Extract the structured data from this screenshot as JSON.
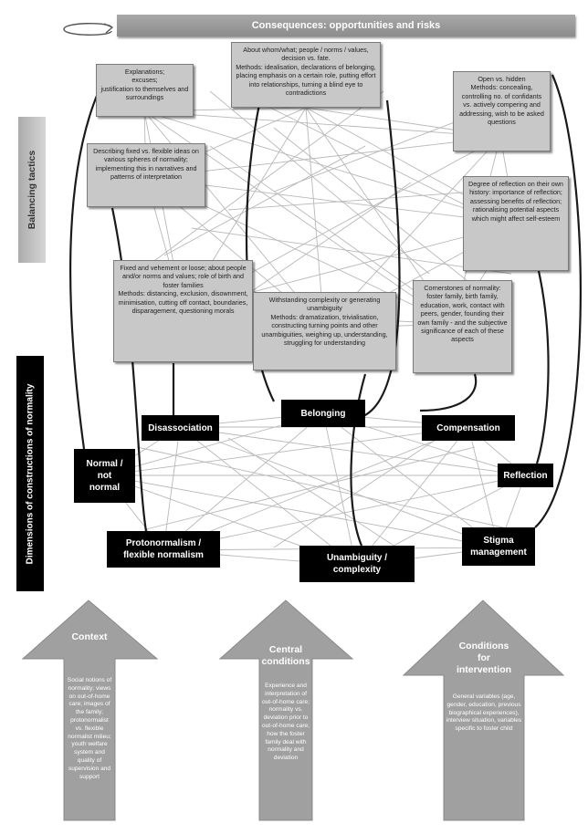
{
  "banner": {
    "title": "Consequences: opportunities and risks"
  },
  "side_labels": {
    "balancing": "Balancing tactics",
    "dimensions": "Dimensions of constructions of normality"
  },
  "tactics": [
    {
      "id": "about",
      "text": "About whom/what; people / norms / values, decision vs. fate.\nMethods: idealisation, declarations of belonging, placing emphasis on a certain role, putting effort into relationships, turning a blind eye to contradictions"
    },
    {
      "id": "explanations",
      "text": "Explanations;\nexcuses;\njustification to themselves and surroundings"
    },
    {
      "id": "open",
      "text": "Open vs. hidden\nMethods: concealing, controlling no. of confidants vs. actively compering and addressing, wish to be asked questions"
    },
    {
      "id": "describing",
      "text": "Describing fixed vs. flexible ideas on various spheres of normality; implementing this in narratives and patterns of interpretation"
    },
    {
      "id": "degree",
      "text": "Degree of reflection on their own history: importance of reflection; assessing benefits of reflection; rationalising potential aspects which might affect self-esteem"
    },
    {
      "id": "fixed",
      "text": "Fixed and vehement or loose; about people and/or norms and values; role of birth and foster families\nMethods: distancing, exclusion, disownment, minimisation, cutting off contact, boundaries, disparagement, questioning morals"
    },
    {
      "id": "withstanding",
      "text": "Withstanding complexity or generating unambiguity\nMethods: dramatization, trivialisation, constructing turning points and other unambiguities, weighing up, understanding, struggling for understanding"
    },
    {
      "id": "cornerstones",
      "text": "Cornerstones of normality: foster family, birth family, education, work, contact with peers, gender, founding their own family - and the subjective significance of each of these aspects"
    }
  ],
  "dimensions": [
    {
      "id": "belonging",
      "label": "Belonging"
    },
    {
      "id": "disassociation",
      "label": "Disassociation"
    },
    {
      "id": "compensation",
      "label": "Compensation"
    },
    {
      "id": "normal",
      "label": "Normal /\nnot\nnormal"
    },
    {
      "id": "reflection",
      "label": "Reflection"
    },
    {
      "id": "protonormalism",
      "label": "Protonormalism /\nflexible normalism"
    },
    {
      "id": "stigma",
      "label": "Stigma\nmanagement"
    },
    {
      "id": "unambiguity",
      "label": "Unambiguity /\ncomplexity"
    }
  ],
  "arrows": [
    {
      "id": "context",
      "title": "Context",
      "text": "Social notions of normality; views on out-of-home care; images of the family; protonormalist vs. flexible normalist milieu; youth welfare system and quality of supervision and support"
    },
    {
      "id": "central",
      "title": "Central\nconditions",
      "text": "Experience and interpretation of out-of-home care; normality vs. deviation prior to out-of-home care; how the foster family deal with normality and deviation"
    },
    {
      "id": "intervention",
      "title": "Conditions\nfor\nintervention",
      "text": "General variables (age, gender, education, previous biographical experiences), interview situation, variables specific to foster child"
    }
  ],
  "colors": {
    "box_fill": "#c8c8c8",
    "dimension_fill": "#000000",
    "arrow_fill": "#a0a0a0",
    "banner_fill": "#999999",
    "mesh_line": "#b8b8b8"
  },
  "icons": {
    "cycle": "cycle-arrow-icon"
  }
}
